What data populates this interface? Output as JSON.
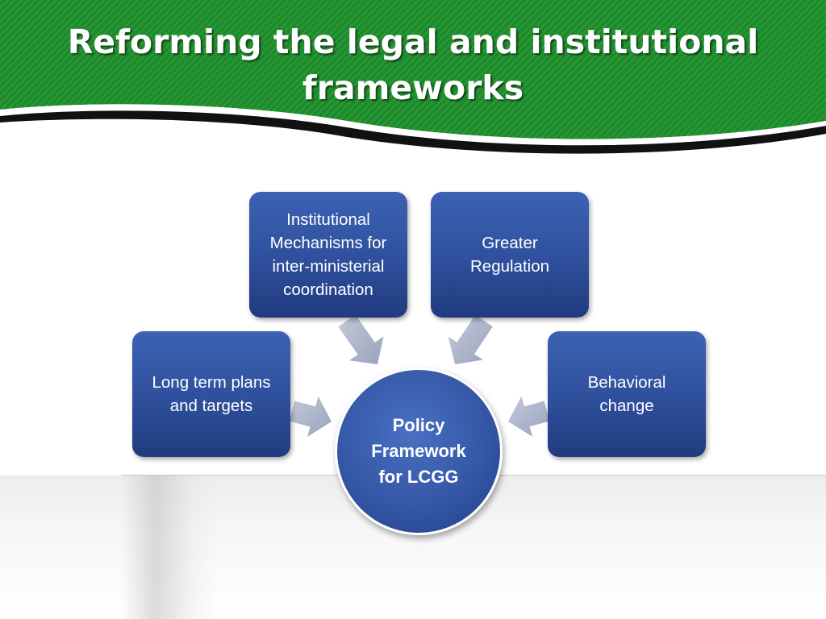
{
  "slide": {
    "title": "Reforming the legal and institutional\nframeworks"
  },
  "diagram": {
    "hub": "Policy\nFramework\nfor LCGG",
    "nodes": [
      {
        "label": "Institutional\nMechanisms for\ninter-ministerial\ncoordination"
      },
      {
        "label": "Greater\nRegulation"
      },
      {
        "label": "Long term plans\nand targets"
      },
      {
        "label": "Behavioral\nchange"
      }
    ]
  },
  "colors": {
    "header_green": "#1d8a2b",
    "box_blue": "#2f4f9c",
    "arrow_gray": "#a9b0c6"
  }
}
